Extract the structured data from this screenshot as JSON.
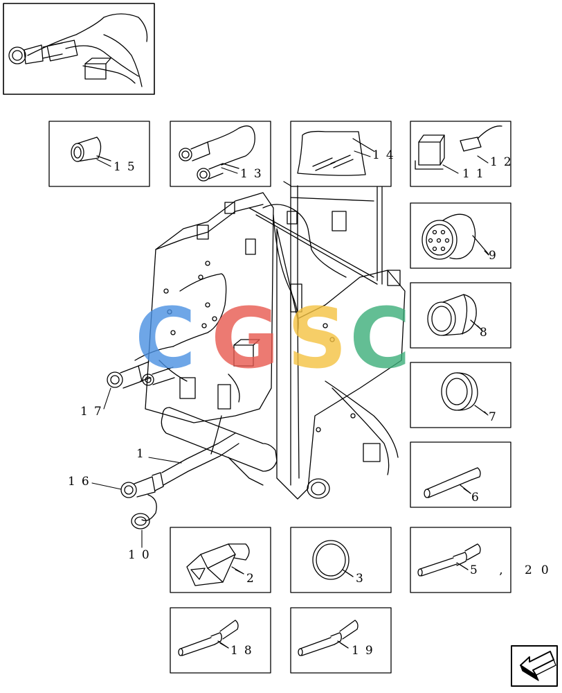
{
  "callouts": {
    "c1": "1",
    "c2": "2",
    "c3": "3",
    "c5_20": "5 , 20",
    "c6": "6",
    "c7": "7",
    "c8": "8",
    "c9": "9",
    "c10": "10",
    "c11": "11",
    "c12": "12",
    "c13": "13",
    "c14": "14",
    "c15": "15",
    "c16": "16",
    "c17": "17",
    "c18": "18",
    "c19": "19"
  },
  "watermark": {
    "text": "CGSC",
    "colors": [
      "#4a90e2",
      "#e85a50",
      "#f5c242",
      "#3dae7a"
    ]
  },
  "colors": {
    "line": "#000000",
    "background": "#ffffff"
  },
  "icons": {
    "nav": "back-arrow-icon"
  }
}
